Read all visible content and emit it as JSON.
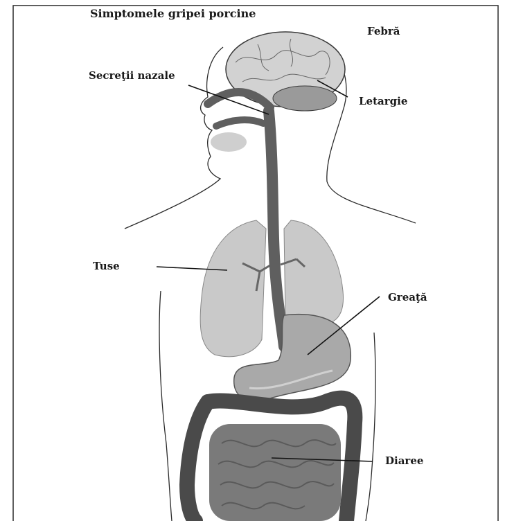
{
  "title": "Simptomele gripei porcine",
  "labels": {
    "fever": "Febră",
    "nasal": "Secreţii nazale",
    "lethargy": "Letargie",
    "cough": "Tuse",
    "nausea": "Greaţă",
    "diarrhea": "Diaree"
  },
  "colors": {
    "background": "#ffffff",
    "frame": "#2a2a2a",
    "brain": "#d2d2d2",
    "airway": "#5f5f5f",
    "lungs": "#c9c9c9",
    "stomach": "#a9a9a9",
    "large_intestine": "#4a4a4a",
    "small_intestine": "#7a7a7a"
  }
}
